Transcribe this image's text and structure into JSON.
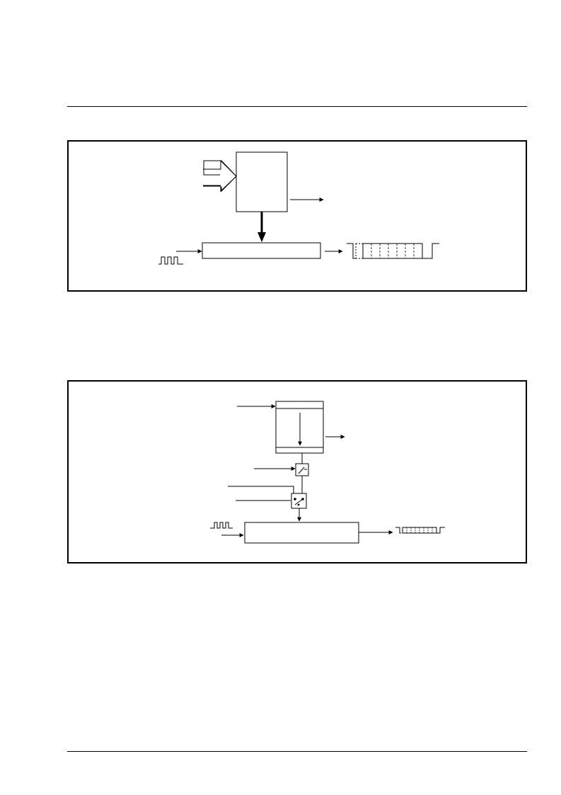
{
  "page": {
    "background": "#ffffff",
    "ink": "#000000"
  },
  "figure_1": {
    "components": [
      "wide-input-arrow",
      "register-block",
      "side-output-arrow",
      "bold-load-arrow",
      "shift-register",
      "clock-waveform-icon",
      "serial-output-arrow",
      "serial-frame-waveform"
    ]
  },
  "figure_2": {
    "components": [
      "input-arrow",
      "buffer-block",
      "side-output-arrow",
      "switch-a",
      "switch-b",
      "shift-register",
      "clock-waveform-icon",
      "serial-output-arrow",
      "serial-frame-waveform"
    ]
  }
}
